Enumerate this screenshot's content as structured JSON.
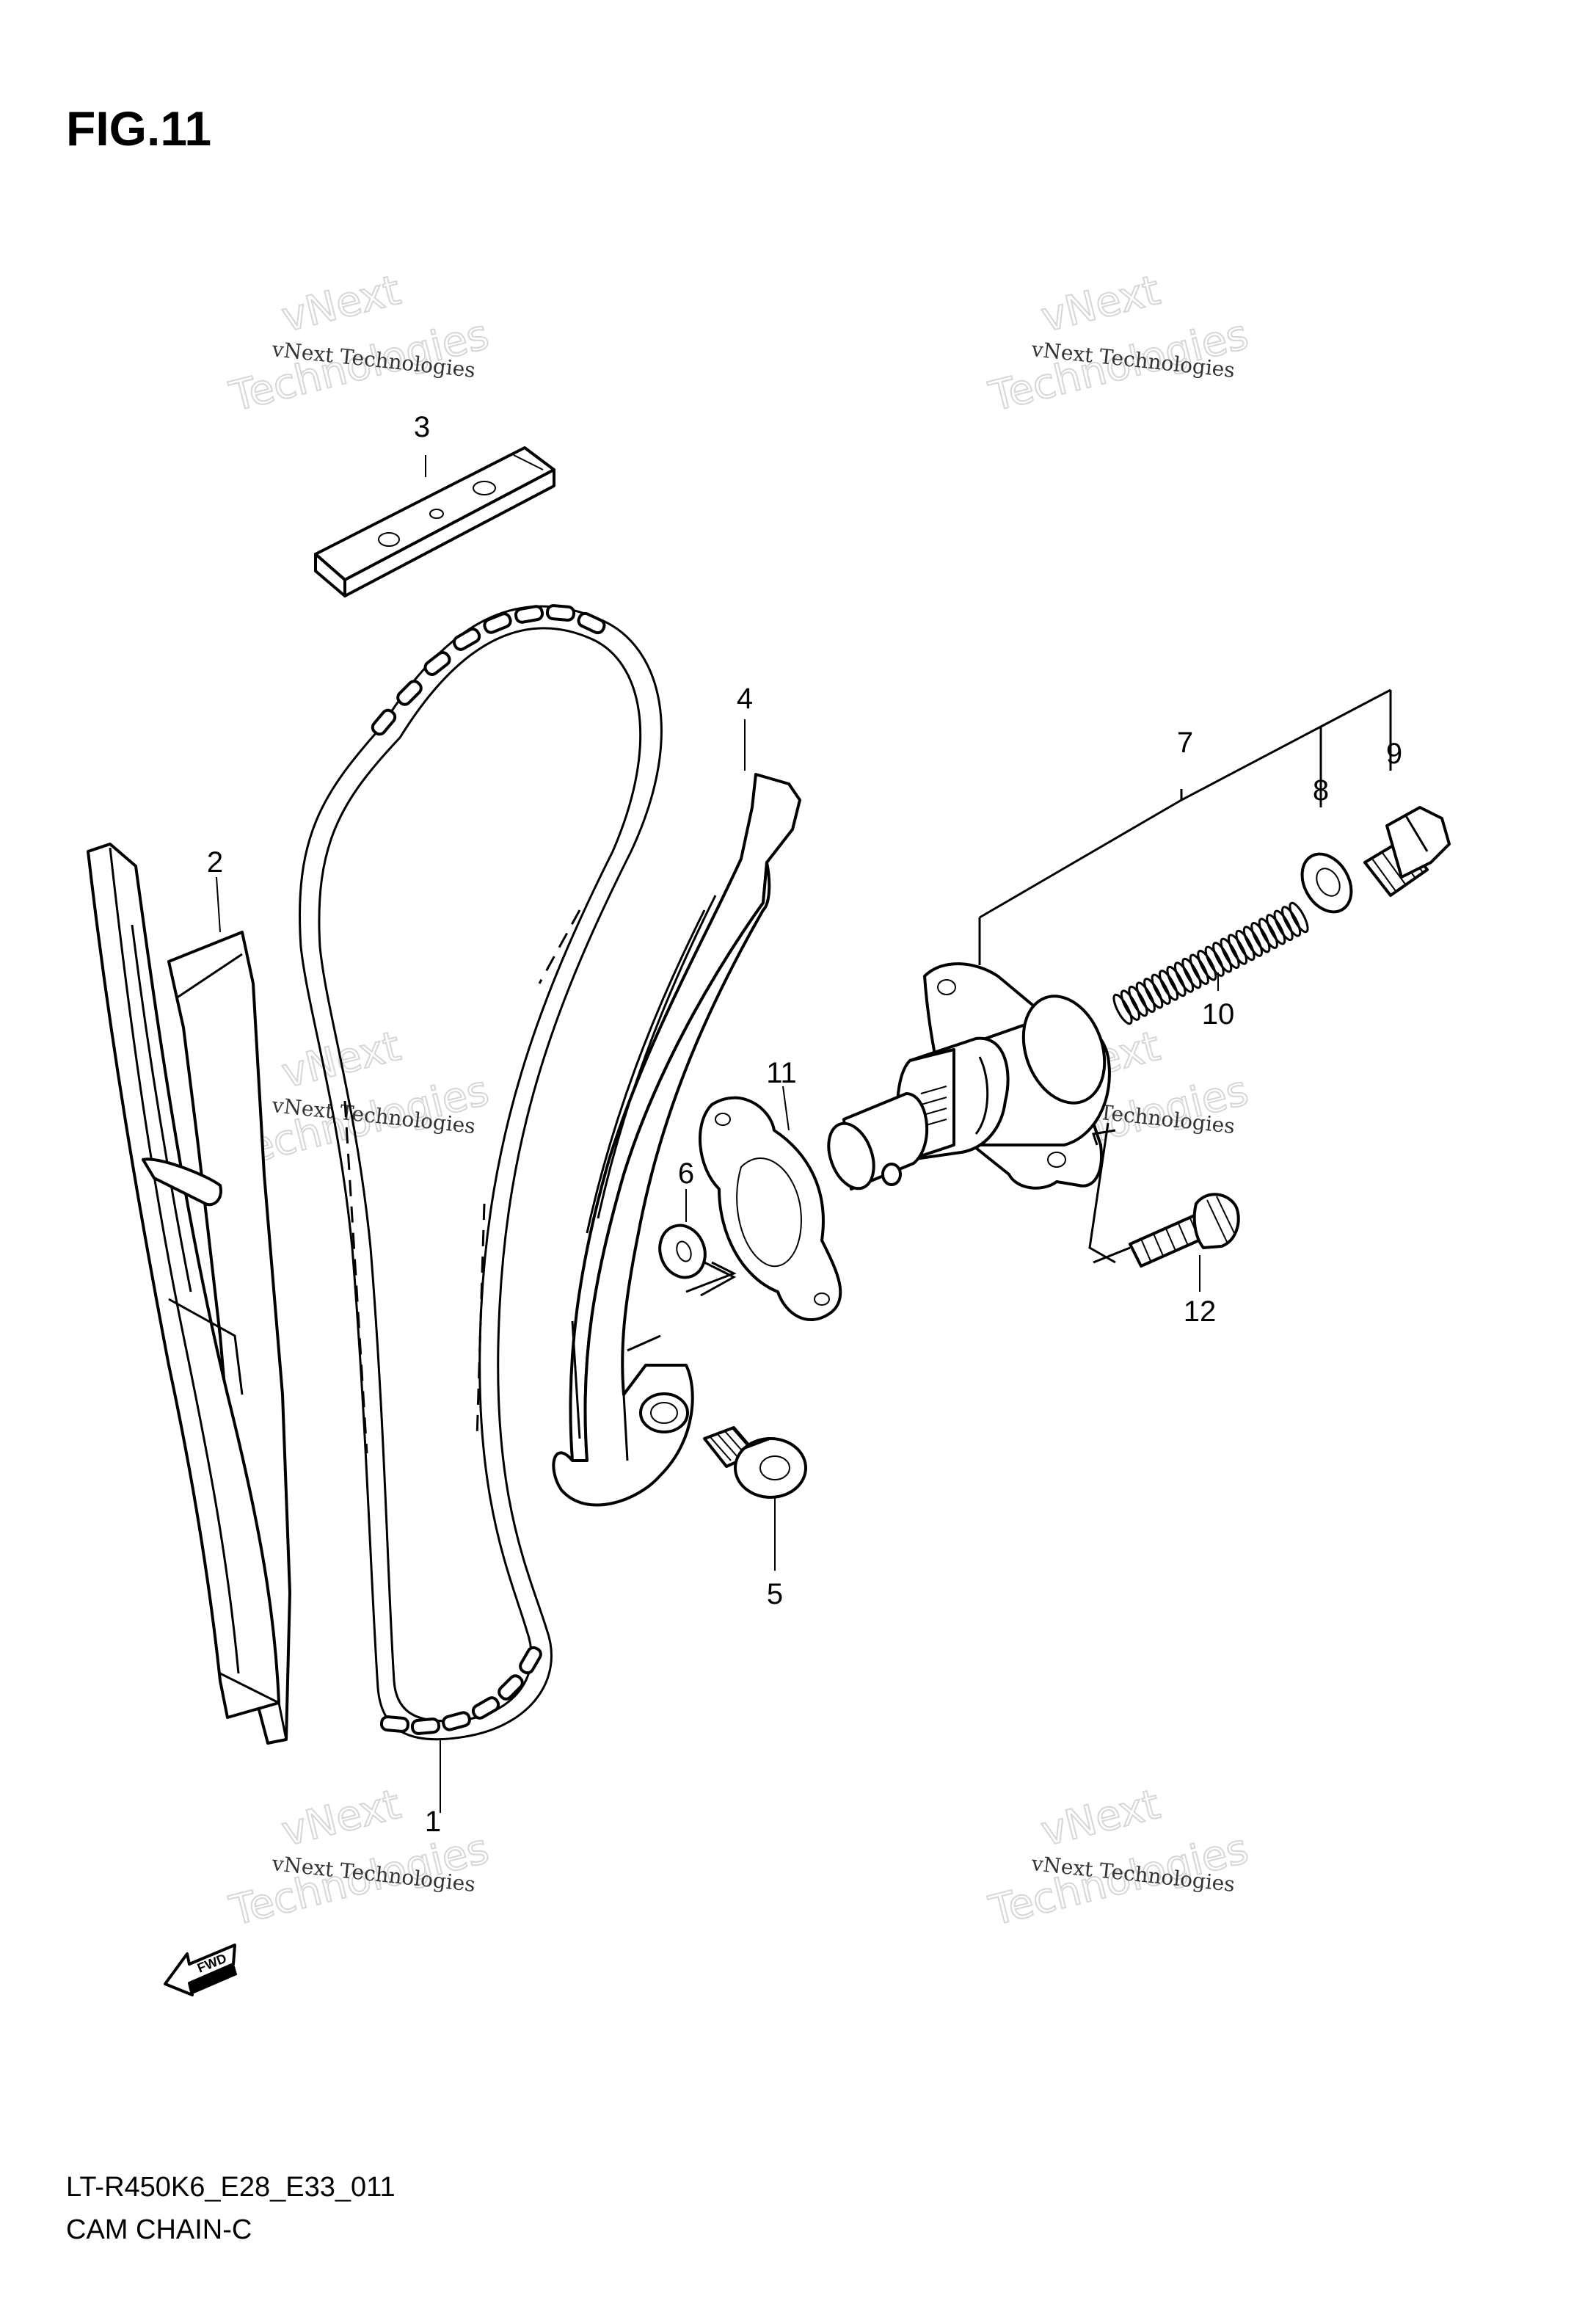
{
  "figure": {
    "title": "FIG.11",
    "model_code": "LT-R450K6_E28_E33_011",
    "section_name": "CAM CHAIN-C",
    "direction_label": "FWD"
  },
  "watermark": {
    "line_small": "vNext Technologies",
    "line_top": "vNext",
    "line_bottom": "Technologies"
  },
  "parts": [
    {
      "number": "1"
    },
    {
      "number": "2"
    },
    {
      "number": "3"
    },
    {
      "number": "4"
    },
    {
      "number": "5"
    },
    {
      "number": "6"
    },
    {
      "number": "7"
    },
    {
      "number": "8"
    },
    {
      "number": "9"
    },
    {
      "number": "10"
    },
    {
      "number": "11"
    },
    {
      "number": "12"
    }
  ]
}
